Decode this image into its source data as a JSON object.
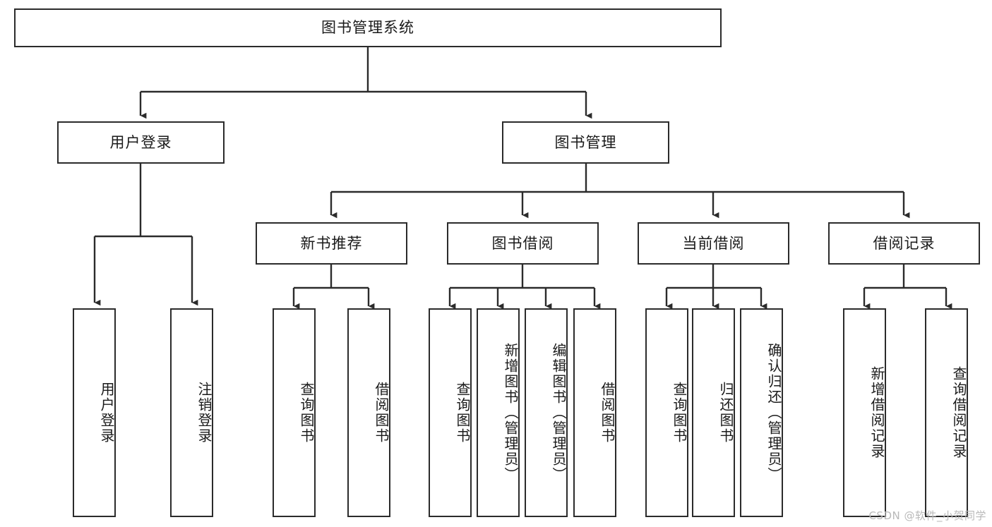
{
  "diagram": {
    "title": "图书管理系统",
    "type": "tree-hierarchy-chart",
    "watermark": "CSDN @软件_小贺同学",
    "colors": {
      "stroke": "#2b2b2b",
      "fill": "#ffffff",
      "text": "#1a1a1a",
      "watermark": "#b9b9b9"
    },
    "nodes": {
      "root": {
        "label": "图书管理系统",
        "level": 1
      },
      "l2": [
        {
          "id": "user-login",
          "label": "用户登录",
          "level": 2
        },
        {
          "id": "book-manage",
          "label": "图书管理",
          "level": 2
        }
      ],
      "l3": [
        {
          "id": "new-book-recommend",
          "label": "新书推荐",
          "level": 3
        },
        {
          "id": "book-borrow",
          "label": "图书借阅",
          "level": 3
        },
        {
          "id": "current-borrow",
          "label": "当前借阅",
          "level": 3
        },
        {
          "id": "borrow-record",
          "label": "借阅记录",
          "level": 3
        }
      ],
      "leaves": {
        "user-login": [
          {
            "id": "leaf-user-login",
            "label": "用户登录"
          },
          {
            "id": "leaf-logout-login",
            "label": "注销登录"
          }
        ],
        "new-book-recommend": [
          {
            "id": "leaf-query-book-1",
            "label": "查询图书"
          },
          {
            "id": "leaf-borrow-book-1",
            "label": "借阅图书"
          }
        ],
        "book-borrow": [
          {
            "id": "leaf-query-book-2",
            "label": "查询图书"
          },
          {
            "id": "leaf-add-book",
            "label": "新增图书（管理员）"
          },
          {
            "id": "leaf-edit-book",
            "label": "编辑图书（管理员）"
          },
          {
            "id": "leaf-borrow-book-2",
            "label": "借阅图书"
          }
        ],
        "current-borrow": [
          {
            "id": "leaf-query-book-3",
            "label": "查询图书"
          },
          {
            "id": "leaf-return-book",
            "label": "归还图书"
          },
          {
            "id": "leaf-confirm-return",
            "label": "确认归还（管理员）"
          }
        ],
        "borrow-record": [
          {
            "id": "leaf-add-borrow-record",
            "label": "新增借阅记录"
          },
          {
            "id": "leaf-query-borrow-record",
            "label": "查询借阅记录"
          }
        ]
      }
    }
  }
}
